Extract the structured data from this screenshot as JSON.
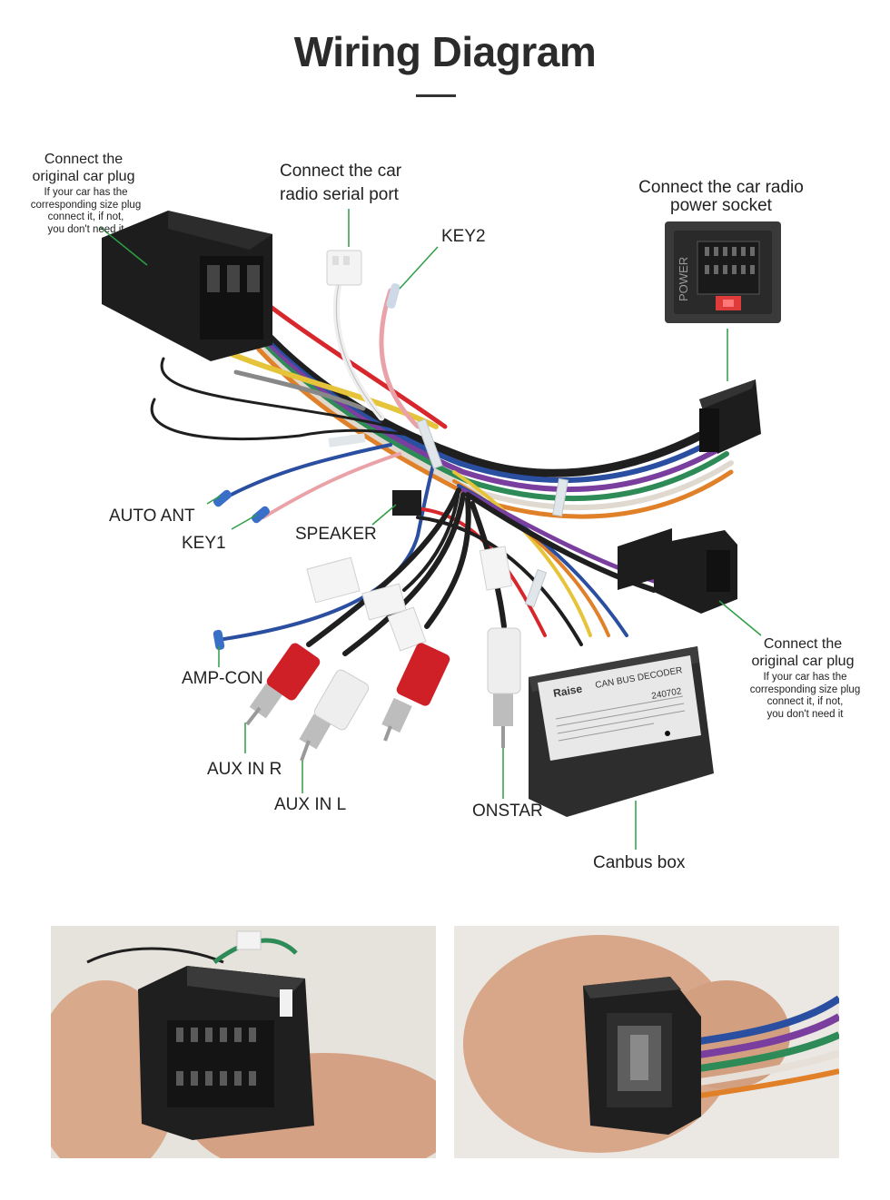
{
  "title": "Wiring Diagram",
  "callouts": {
    "original_plug_left": {
      "heading": [
        "Connect the",
        "original car plug"
      ],
      "note": [
        "If your car has the",
        "corresponding size plug",
        "connect it, if not,",
        "you don't need it"
      ]
    },
    "serial_port": [
      "Connect the car",
      "radio  serial port"
    ],
    "key2": "KEY2",
    "power_socket": [
      "Connect the car radio",
      "power socket"
    ],
    "power_socket_marking": "POWER",
    "auto_ant": "AUTO ANT",
    "key1": "KEY1",
    "speaker": "SPEAKER",
    "amp_con": "AMP-CON",
    "aux_in_r": "AUX IN R",
    "aux_in_l": "AUX IN L",
    "onstar": "ONSTAR",
    "canbus_box": "Canbus box",
    "original_plug_right": {
      "heading": [
        "Connect the",
        "original car plug"
      ],
      "note": [
        "If your car has the",
        "corresponding size plug",
        "connect it, if not,",
        "you don't need it"
      ]
    }
  },
  "decoder_sticker": {
    "brand": "Raise",
    "model": "CAN BUS DECODER",
    "part_no": "240702"
  },
  "colors": {
    "wire_red": "#d8272c",
    "wire_white": "#efefef",
    "wire_green": "#2e8b57",
    "wire_blue": "#2a4ea0",
    "wire_purple": "#7a3f9e",
    "connector_black": "#1c1c1c",
    "callout_line": "#2e9e45"
  }
}
